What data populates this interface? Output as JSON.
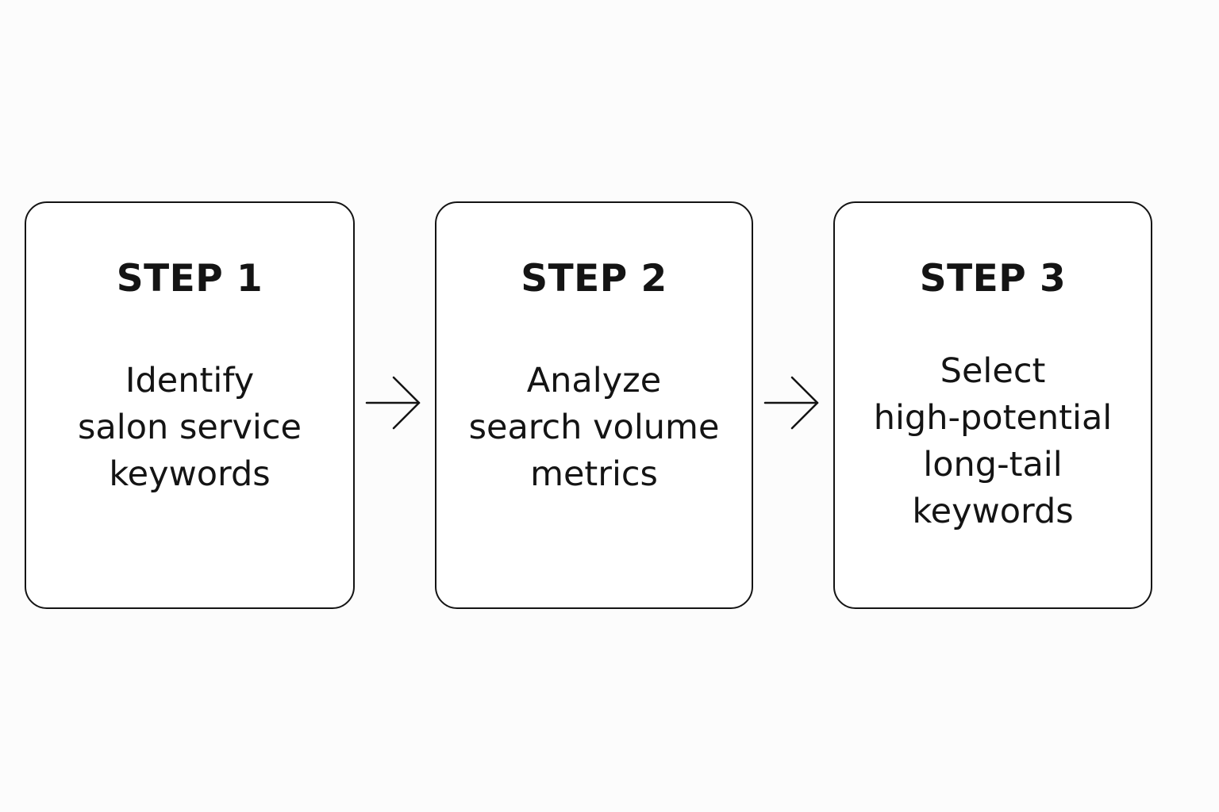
{
  "steps": [
    {
      "title": "STEP 1",
      "lines": [
        "Identify",
        "salon service",
        "keywords"
      ]
    },
    {
      "title": "STEP 2",
      "lines": [
        "Analyze",
        "search volume",
        "metrics"
      ]
    },
    {
      "title": "STEP 3",
      "lines": [
        "Select",
        "high-potential",
        "long-tail",
        "keywords"
      ]
    }
  ],
  "connectors": [
    {
      "from": "STEP 1",
      "to": "STEP 2",
      "icon": "arrow-right-icon"
    },
    {
      "from": "STEP 2",
      "to": "STEP 3",
      "icon": "arrow-right-icon"
    }
  ],
  "colors": {
    "background": "#fcfcfc",
    "box_fill": "#ffffff",
    "stroke": "#141414",
    "text": "#141414"
  }
}
